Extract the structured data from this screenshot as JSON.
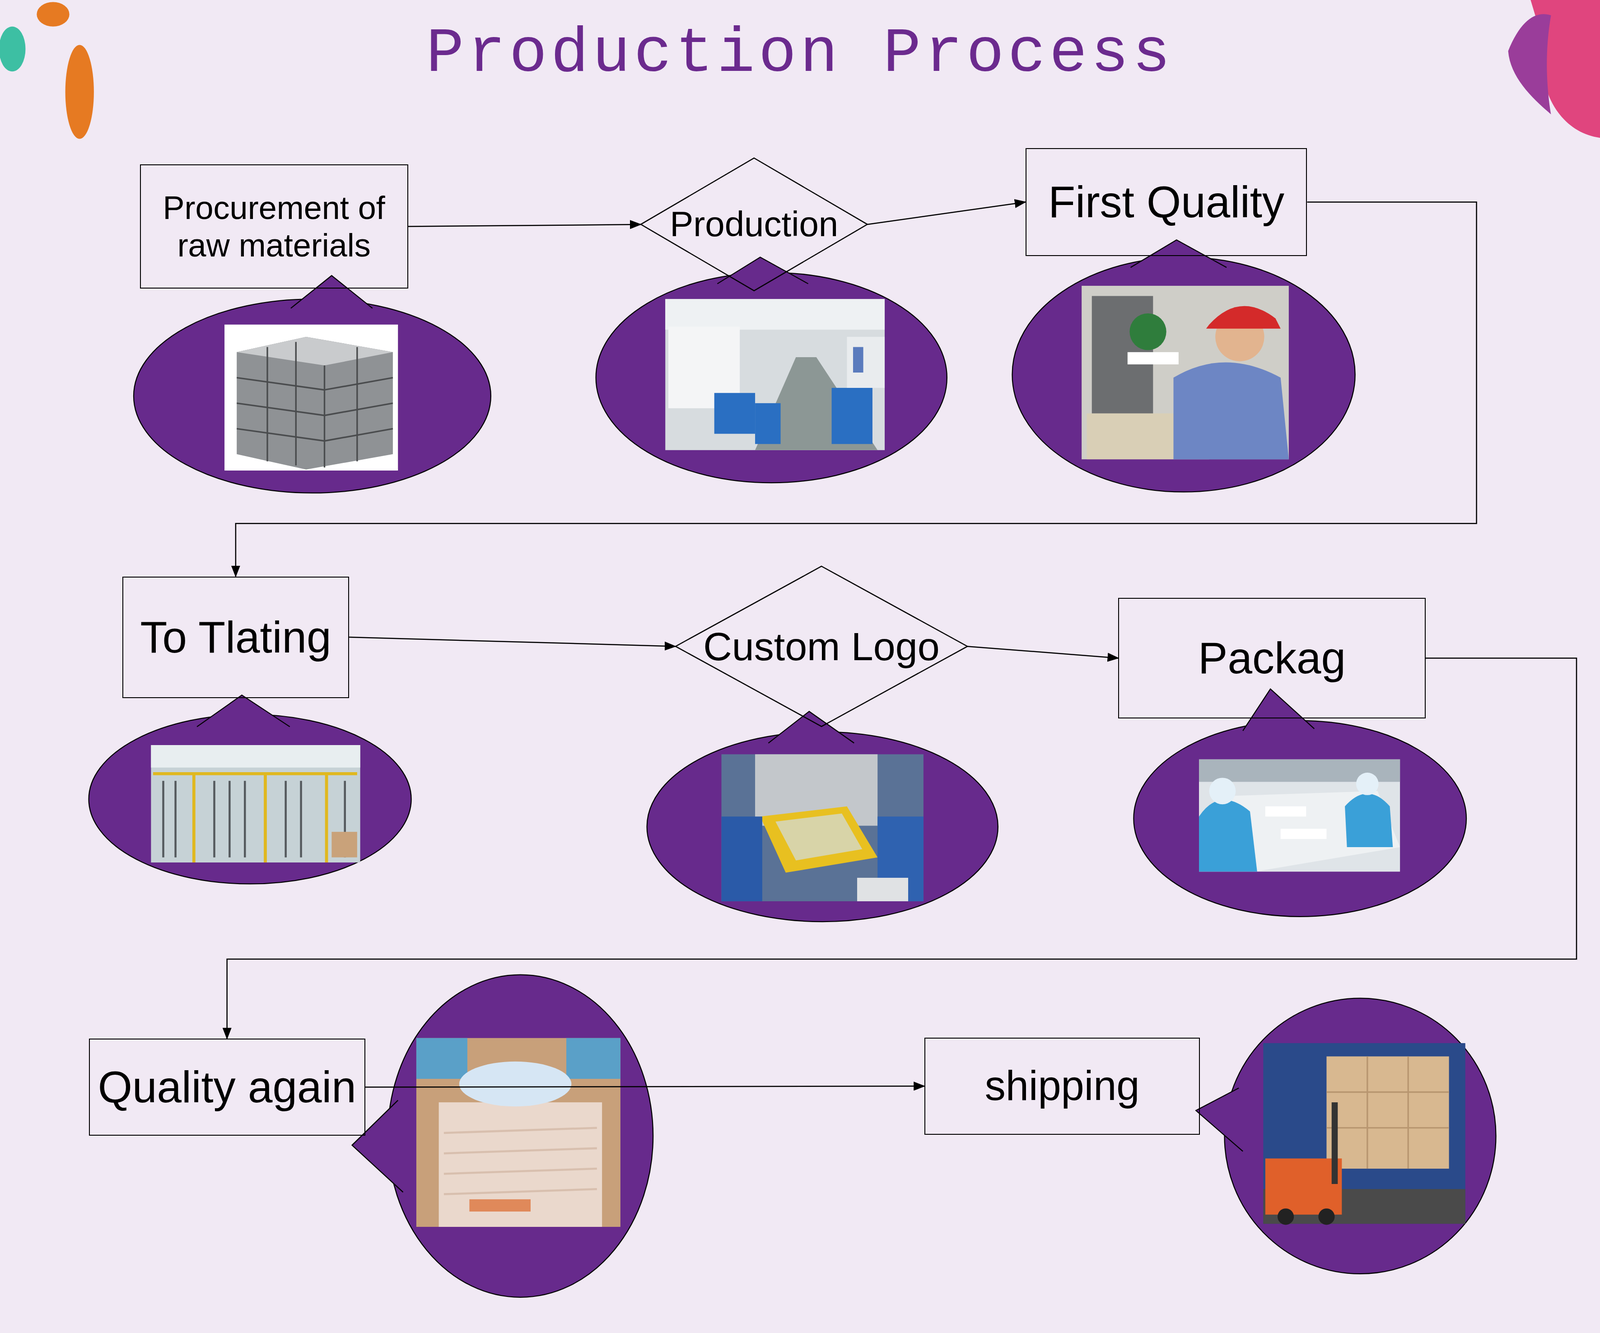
{
  "diagram": {
    "title": "Production Process",
    "nodes": [
      {
        "text": [
          "Procurement of raw materials"
        ]
      },
      {
        "text": [
          "Production"
        ]
      },
      {
        "text": [
          "First Quality"
        ]
      },
      {
        "text": [
          "To Tlating"
        ]
      },
      {
        "text": [
          "Custom Logo"
        ]
      },
      {
        "text": [
          "Packag"
        ]
      },
      {
        "text": [
          "Quality again"
        ]
      },
      {
        "text": [
          "shipping"
        ]
      }
    ],
    "edges": [
      {
        "from": 0,
        "to": 1,
        "arrow": "to"
      },
      {
        "from": 1,
        "to": 2,
        "arrow": "to"
      },
      {
        "from": 2,
        "to": 3,
        "arrow": "to"
      },
      {
        "from": 3,
        "to": 4,
        "arrow": "to"
      },
      {
        "from": 4,
        "to": 5,
        "arrow": "to"
      },
      {
        "from": 5,
        "to": 6,
        "arrow": "to"
      },
      {
        "from": 6,
        "to": 7,
        "arrow": "to"
      }
    ]
  }
}
